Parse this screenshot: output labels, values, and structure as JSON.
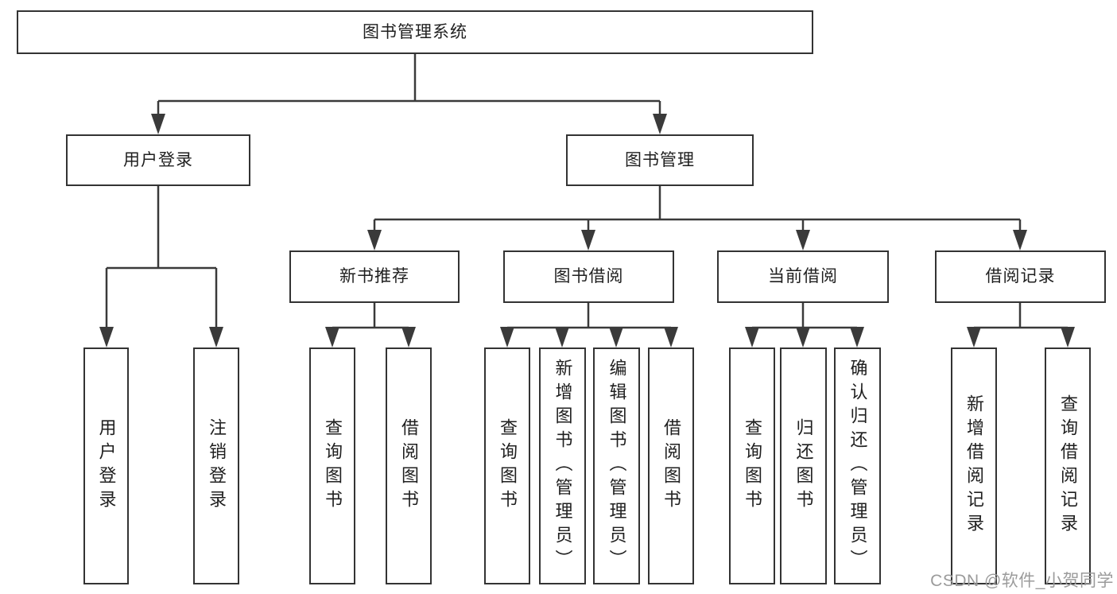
{
  "watermark": "CSDN @软件_小贺同学",
  "colors": {
    "line": "#3a3a3a",
    "box_border": "#333333",
    "box_background": "#ffffff",
    "text": "#1f1f1f",
    "watermark_text": "#9b9b9b",
    "background": "#ffffff"
  },
  "tree": {
    "label": "图书管理系统",
    "children": [
      {
        "label": "用户登录",
        "children": [
          {
            "label": "用户登录"
          },
          {
            "label": "注销登录"
          }
        ]
      },
      {
        "label": "图书管理",
        "children": [
          {
            "label": "新书推荐",
            "children": [
              {
                "label": "查询图书"
              },
              {
                "label": "借阅图书"
              }
            ]
          },
          {
            "label": "图书借阅",
            "children": [
              {
                "label": "查询图书"
              },
              {
                "label": "新增图书（管理员）"
              },
              {
                "label": "编辑图书（管理员）"
              },
              {
                "label": "借阅图书"
              }
            ]
          },
          {
            "label": "当前借阅",
            "children": [
              {
                "label": "查询图书"
              },
              {
                "label": "归还图书"
              },
              {
                "label": "确认归还（管理员）"
              }
            ]
          },
          {
            "label": "借阅记录",
            "children": [
              {
                "label": "新增借阅记录"
              },
              {
                "label": "查询借阅记录"
              }
            ]
          }
        ]
      }
    ]
  }
}
